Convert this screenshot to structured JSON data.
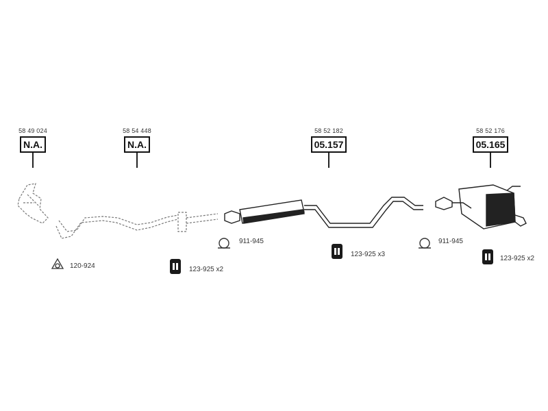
{
  "parts": [
    {
      "oem": "58 49 024",
      "code": "N.A."
    },
    {
      "oem": "58 54 448",
      "code": "N.A."
    },
    {
      "oem": "58 52 182",
      "code": "05.157"
    },
    {
      "oem": "58 52 176",
      "code": "05.165"
    }
  ],
  "accessories": [
    {
      "label": "120-924",
      "icon": "gasket-icon"
    },
    {
      "label": "123-925 x2",
      "icon": "rubber-mount-icon"
    },
    {
      "label": "911-945",
      "icon": "clamp-icon"
    },
    {
      "label": "123-925 x3",
      "icon": "rubber-mount-icon"
    },
    {
      "label": "911-945",
      "icon": "clamp-icon"
    },
    {
      "label": "123-925 x2",
      "icon": "rubber-mount-icon"
    }
  ]
}
